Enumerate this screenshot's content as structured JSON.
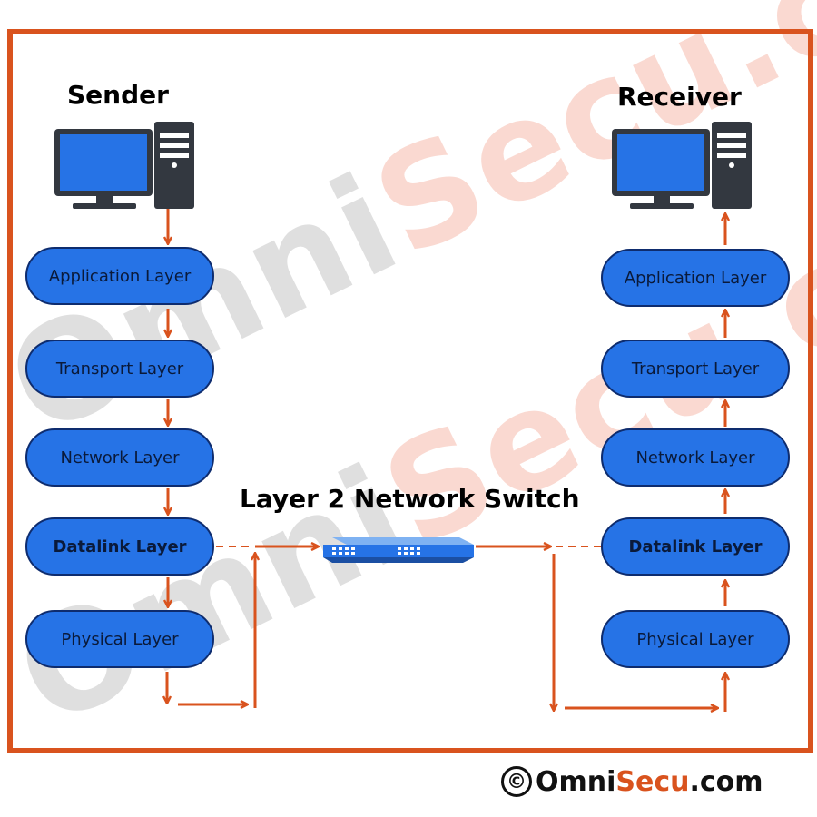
{
  "titles": {
    "sender": "Sender",
    "receiver": "Receiver",
    "switch": "Layer 2 Network Switch"
  },
  "sender_layers": [
    {
      "label": "Application Layer"
    },
    {
      "label": "Transport Layer"
    },
    {
      "label": "Network Layer"
    },
    {
      "label": "Datalink Layer"
    },
    {
      "label": "Physical Layer"
    }
  ],
  "receiver_layers": [
    {
      "label": "Application Layer"
    },
    {
      "label": "Transport Layer"
    },
    {
      "label": "Network Layer"
    },
    {
      "label": "Datalink Layer"
    },
    {
      "label": "Physical Layer"
    }
  ],
  "watermark": {
    "omni": "Omni",
    "secu": "Secu",
    "dotcom": ".com"
  },
  "copyright": {
    "symbol": "©",
    "omni": "Omni",
    "secu": "Secu",
    "com": ".com"
  },
  "colors": {
    "frame": "#d9531e",
    "arrow": "#d9531e",
    "layer_fill": "#2673e6",
    "layer_border": "#0e2c6e"
  },
  "icons": {
    "sender_computer": "desktop-computer-icon",
    "receiver_computer": "desktop-computer-icon",
    "switch": "network-switch-icon"
  }
}
